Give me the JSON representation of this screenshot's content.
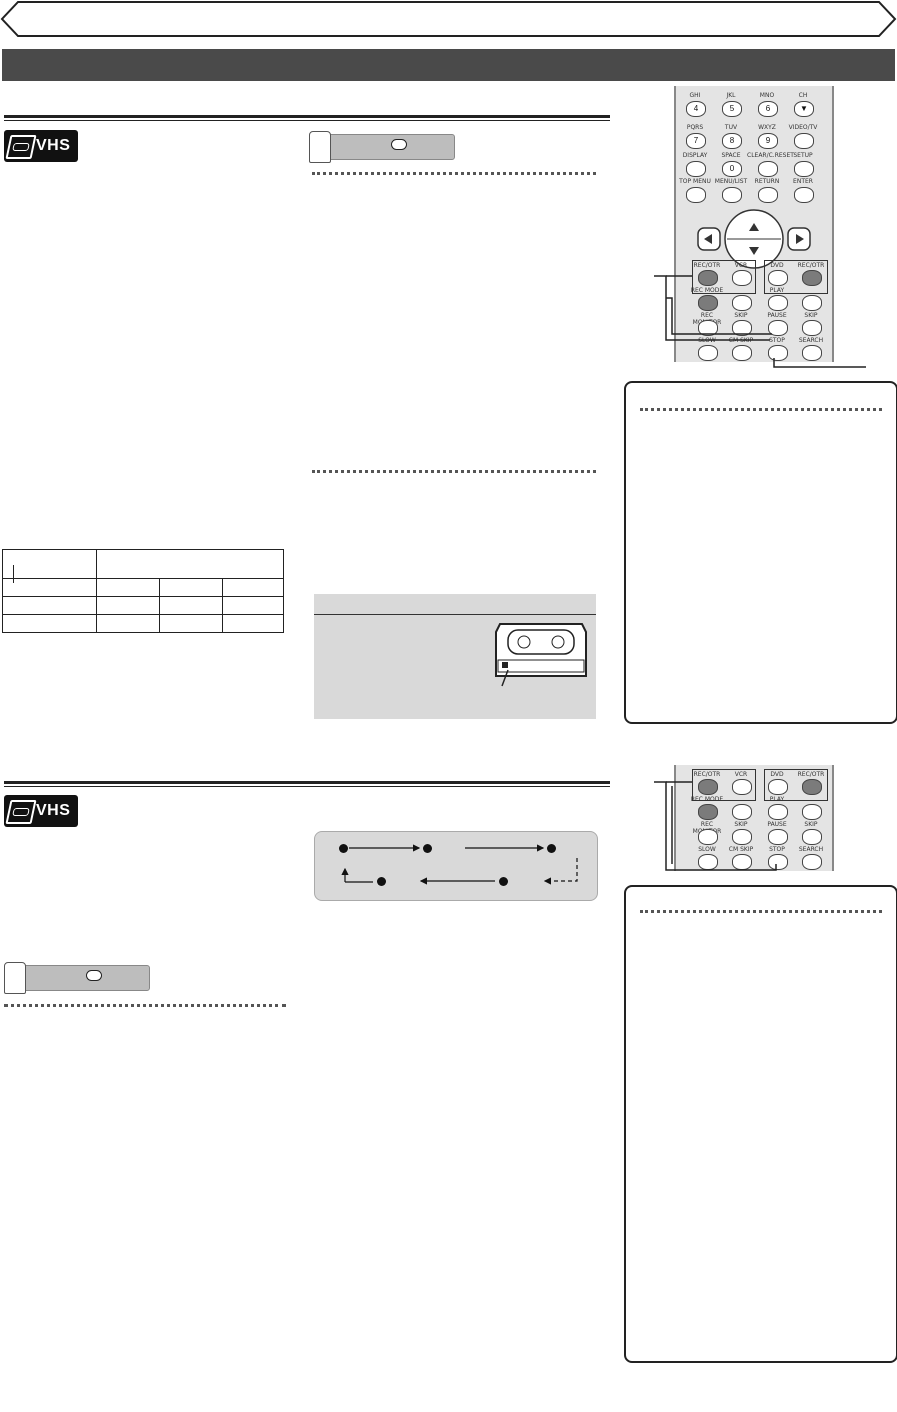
{
  "header": {
    "title": ""
  },
  "section_bar": {
    "title": ""
  },
  "badges": {
    "vhs": "VHS"
  },
  "remote_full": {
    "numpad": [
      {
        "label": "GHI",
        "key": "4"
      },
      {
        "label": "JKL",
        "key": "5"
      },
      {
        "label": "MNO",
        "key": "6"
      },
      {
        "label": "CH",
        "key": "▼"
      },
      {
        "label": "PQRS",
        "key": "7"
      },
      {
        "label": "TUV",
        "key": "8"
      },
      {
        "label": "WXYZ",
        "key": "9"
      },
      {
        "label": "VIDEO/TV",
        "key": ""
      },
      {
        "label": "DISPLAY",
        "key": ""
      },
      {
        "label": "SPACE",
        "key": "0"
      },
      {
        "label": "CLEAR/C.RESET",
        "key": ""
      },
      {
        "label": "SETUP",
        "key": ""
      },
      {
        "label": "TOP MENU",
        "key": ""
      },
      {
        "label": "MENU/LIST",
        "key": ""
      },
      {
        "label": "RETURN",
        "key": ""
      },
      {
        "label": "ENTER",
        "key": ""
      }
    ],
    "rows": [
      [
        "REC/OTR",
        "VCR",
        "DVD",
        "REC/OTR"
      ],
      [
        "REC MODE",
        "",
        "PLAY",
        ""
      ],
      [
        "REC MONITOR",
        "SKIP",
        "PAUSE",
        "SKIP"
      ],
      [
        "SLOW",
        "CM SKIP",
        "STOP",
        "SEARCH"
      ]
    ]
  },
  "remote_small": {
    "rows": [
      [
        "REC/OTR",
        "VCR",
        "DVD",
        "REC/OTR"
      ],
      [
        "REC MODE",
        "",
        "PLAY",
        ""
      ],
      [
        "REC MONITOR",
        "SKIP",
        "PAUSE",
        "SKIP"
      ],
      [
        "SLOW",
        "CM SKIP",
        "STOP",
        "SEARCH"
      ]
    ]
  }
}
